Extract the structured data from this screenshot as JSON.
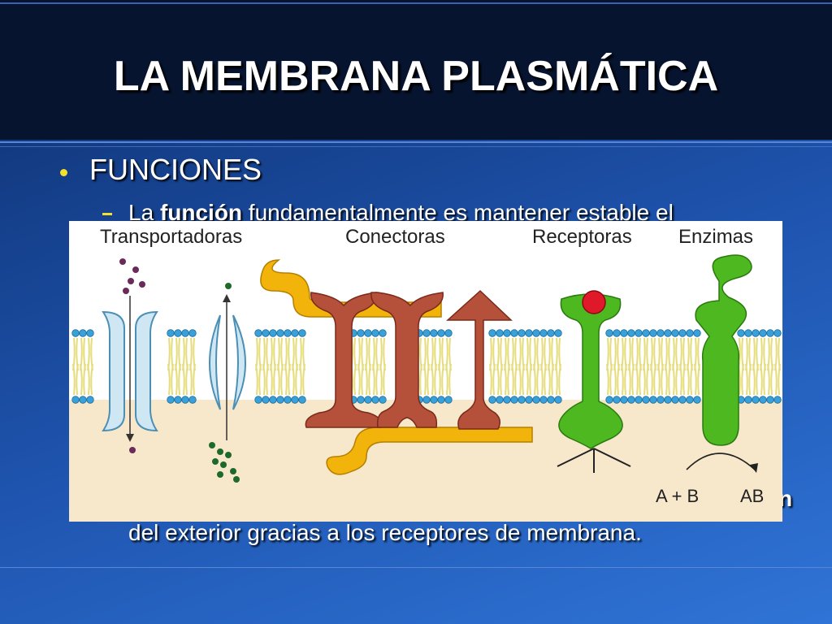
{
  "slide": {
    "title": "LA MEMBRANA PLASMÁTICA",
    "bullet": "FUNCIONES",
    "sub_prefix": "La ",
    "sub_bold": "función",
    "sub_rest": " fundamentalmente es mantener estable el",
    "sub_line2": "del exterior gracias a los receptores de membrana.",
    "stray_char": "n"
  },
  "diagram": {
    "labels": [
      "Transportadoras",
      "Conectoras",
      "Receptoras",
      "Enzimas"
    ],
    "reaction_left": "A + B",
    "reaction_right": "AB",
    "colors": {
      "head": "#3aa0d8",
      "tail": "#e5dc7a",
      "cytoplasm": "#f7e8cc",
      "transporter": "#cfe6f3",
      "connector": "#b5503a",
      "linker": "#f2b30a",
      "receptor": "#4db81f",
      "ligand": "#e0192a",
      "molecule_purple": "#6a2a5a",
      "molecule_green": "#1e6a2a"
    }
  }
}
